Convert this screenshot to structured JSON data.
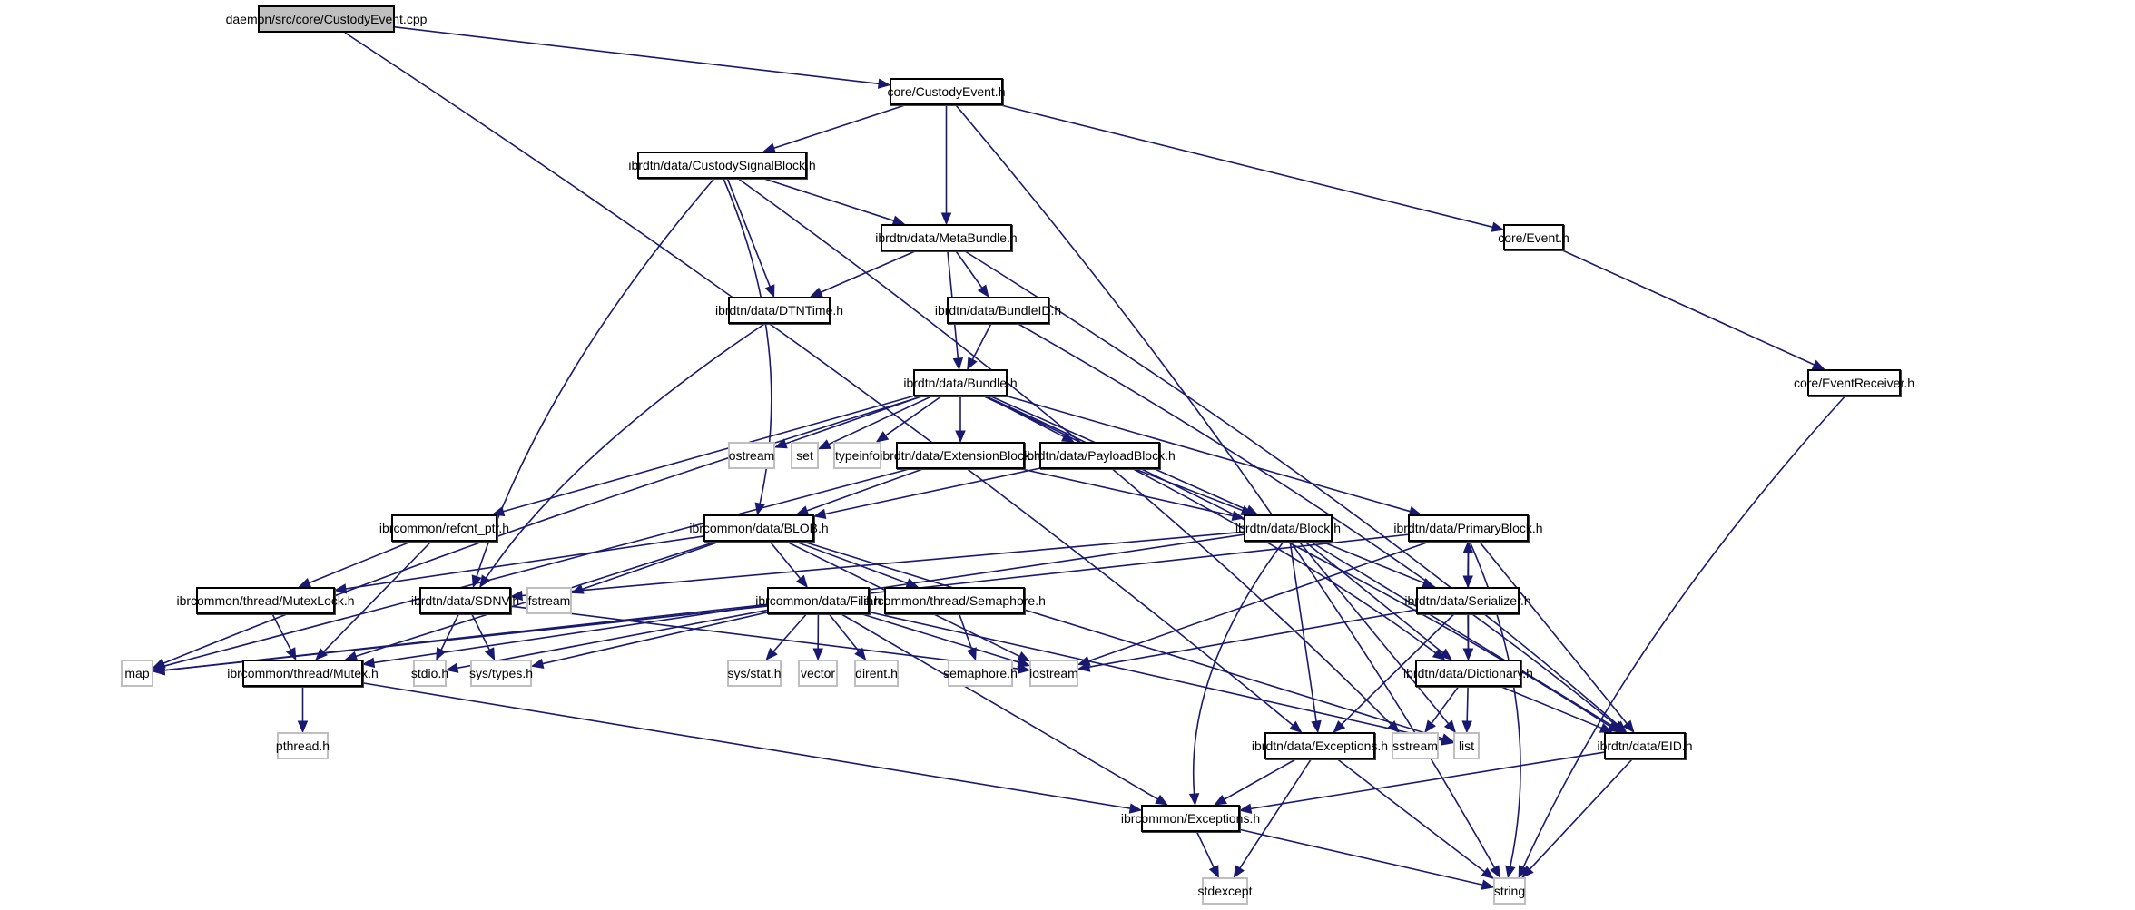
{
  "title": "daemon/src/core/CustodyEvent.cpp include dependency graph",
  "colors": {
    "edge": "#191970",
    "root_fill": "#bfbfbf",
    "project_border": "#000000",
    "external_border": "#bfbfbf"
  },
  "nodes": [
    {
      "id": "root",
      "label": "daemon/src/core/CustodyEvent.cpp",
      "kind": "root"
    },
    {
      "id": "ceh",
      "label": "core/CustodyEvent.h",
      "kind": "project"
    },
    {
      "id": "csb",
      "label": "ibrdtn/data/CustodySignalBlock.h",
      "kind": "project"
    },
    {
      "id": "meta",
      "label": "ibrdtn/data/MetaBundle.h",
      "kind": "project"
    },
    {
      "id": "event",
      "label": "core/Event.h",
      "kind": "project"
    },
    {
      "id": "dtntime",
      "label": "ibrdtn/data/DTNTime.h",
      "kind": "project"
    },
    {
      "id": "bid",
      "label": "ibrdtn/data/BundleID.h",
      "kind": "project"
    },
    {
      "id": "evrecv",
      "label": "core/EventReceiver.h",
      "kind": "project"
    },
    {
      "id": "bundle",
      "label": "ibrdtn/data/Bundle.h",
      "kind": "project"
    },
    {
      "id": "ostream",
      "label": "ostream",
      "kind": "external"
    },
    {
      "id": "set",
      "label": "set",
      "kind": "external"
    },
    {
      "id": "typeinfo",
      "label": "typeinfo",
      "kind": "external"
    },
    {
      "id": "extblock",
      "label": "ibrdtn/data/ExtensionBlock.h",
      "kind": "project"
    },
    {
      "id": "payload",
      "label": "ibrdtn/data/PayloadBlock.h",
      "kind": "project"
    },
    {
      "id": "refcnt",
      "label": "ibrcommon/refcnt_ptr.h",
      "kind": "project"
    },
    {
      "id": "blob",
      "label": "ibrcommon/data/BLOB.h",
      "kind": "project"
    },
    {
      "id": "block",
      "label": "ibrdtn/data/Block.h",
      "kind": "project"
    },
    {
      "id": "primary",
      "label": "ibrdtn/data/PrimaryBlock.h",
      "kind": "project"
    },
    {
      "id": "mutexlock",
      "label": "ibrcommon/thread/MutexLock.h",
      "kind": "project"
    },
    {
      "id": "sdnv",
      "label": "ibrdtn/data/SDNV.h",
      "kind": "project"
    },
    {
      "id": "fstream",
      "label": "fstream",
      "kind": "external"
    },
    {
      "id": "file",
      "label": "ibrcommon/data/File.h",
      "kind": "project"
    },
    {
      "id": "semaphore",
      "label": "ibrcommon/thread/Semaphore.h",
      "kind": "project"
    },
    {
      "id": "serializer",
      "label": "ibrdtn/data/Serializer.h",
      "kind": "project"
    },
    {
      "id": "map",
      "label": "map",
      "kind": "external"
    },
    {
      "id": "mutex",
      "label": "ibrcommon/thread/Mutex.h",
      "kind": "project"
    },
    {
      "id": "stdio",
      "label": "stdio.h",
      "kind": "external"
    },
    {
      "id": "systypes",
      "label": "sys/types.h",
      "kind": "external"
    },
    {
      "id": "sysstat",
      "label": "sys/stat.h",
      "kind": "external"
    },
    {
      "id": "vector",
      "label": "vector",
      "kind": "external"
    },
    {
      "id": "dirent",
      "label": "dirent.h",
      "kind": "external"
    },
    {
      "id": "semh",
      "label": "semaphore.h",
      "kind": "external"
    },
    {
      "id": "iostream",
      "label": "iostream",
      "kind": "external"
    },
    {
      "id": "dictionary",
      "label": "ibrdtn/data/Dictionary.h",
      "kind": "project"
    },
    {
      "id": "pthread",
      "label": "pthread.h",
      "kind": "external"
    },
    {
      "id": "dtnexc",
      "label": "ibrdtn/data/Exceptions.h",
      "kind": "project"
    },
    {
      "id": "sstream",
      "label": "sstream",
      "kind": "external"
    },
    {
      "id": "list",
      "label": "list",
      "kind": "external"
    },
    {
      "id": "eid",
      "label": "ibrdtn/data/EID.h",
      "kind": "project"
    },
    {
      "id": "comexc",
      "label": "ibrcommon/Exceptions.h",
      "kind": "project"
    },
    {
      "id": "stdexcept",
      "label": "stdexcept",
      "kind": "external"
    },
    {
      "id": "string",
      "label": "string",
      "kind": "external"
    }
  ],
  "edges": [
    [
      "root",
      "ceh"
    ],
    [
      "root",
      "dtnexc"
    ],
    [
      "ceh",
      "csb"
    ],
    [
      "ceh",
      "meta"
    ],
    [
      "ceh",
      "event"
    ],
    [
      "ceh",
      "string"
    ],
    [
      "csb",
      "meta"
    ],
    [
      "csb",
      "dtntime"
    ],
    [
      "csb",
      "blob"
    ],
    [
      "csb",
      "sdnv"
    ],
    [
      "csb",
      "sstream"
    ],
    [
      "meta",
      "dtntime"
    ],
    [
      "meta",
      "bid"
    ],
    [
      "meta",
      "bundle"
    ],
    [
      "meta",
      "eid"
    ],
    [
      "event",
      "evrecv"
    ],
    [
      "evrecv",
      "string"
    ],
    [
      "dtntime",
      "sdnv"
    ],
    [
      "bid",
      "bundle"
    ],
    [
      "bid",
      "eid"
    ],
    [
      "bundle",
      "ostream"
    ],
    [
      "bundle",
      "set"
    ],
    [
      "bundle",
      "typeinfo"
    ],
    [
      "bundle",
      "extblock"
    ],
    [
      "bundle",
      "payload"
    ],
    [
      "bundle",
      "refcnt"
    ],
    [
      "bundle",
      "map"
    ],
    [
      "bundle",
      "block"
    ],
    [
      "bundle",
      "primary"
    ],
    [
      "bundle",
      "dictionary"
    ],
    [
      "bundle",
      "eid"
    ],
    [
      "extblock",
      "blob"
    ],
    [
      "extblock",
      "block"
    ],
    [
      "extblock",
      "map"
    ],
    [
      "payload",
      "blob"
    ],
    [
      "payload",
      "block"
    ],
    [
      "refcnt",
      "mutexlock"
    ],
    [
      "refcnt",
      "mutex"
    ],
    [
      "blob",
      "mutexlock"
    ],
    [
      "blob",
      "mutex"
    ],
    [
      "blob",
      "fstream"
    ],
    [
      "blob",
      "file"
    ],
    [
      "blob",
      "semaphore"
    ],
    [
      "blob",
      "iostream"
    ],
    [
      "blob",
      "list"
    ],
    [
      "block",
      "sdnv"
    ],
    [
      "block",
      "serializer"
    ],
    [
      "block",
      "dictionary"
    ],
    [
      "block",
      "dtnexc"
    ],
    [
      "block",
      "comexc"
    ],
    [
      "block",
      "eid"
    ],
    [
      "block",
      "list"
    ],
    [
      "block",
      "mutex"
    ],
    [
      "primary",
      "serializer"
    ],
    [
      "primary",
      "dictionary"
    ],
    [
      "primary",
      "eid"
    ],
    [
      "primary",
      "string"
    ],
    [
      "primary",
      "iostream"
    ],
    [
      "primary",
      "map"
    ],
    [
      "serializer",
      "primary"
    ],
    [
      "serializer",
      "dictionary"
    ],
    [
      "serializer",
      "dtnexc"
    ],
    [
      "serializer",
      "iostream"
    ],
    [
      "mutexlock",
      "mutex"
    ],
    [
      "sdnv",
      "stdio"
    ],
    [
      "sdnv",
      "systypes"
    ],
    [
      "sdnv",
      "iostream"
    ],
    [
      "file",
      "sysstat"
    ],
    [
      "file",
      "vector"
    ],
    [
      "file",
      "dirent"
    ],
    [
      "file",
      "systypes"
    ],
    [
      "file",
      "stdio"
    ],
    [
      "file",
      "iostream"
    ],
    [
      "file",
      "list"
    ],
    [
      "file",
      "comexc"
    ],
    [
      "file",
      "map"
    ],
    [
      "semaphore",
      "semh"
    ],
    [
      "mutex",
      "pthread"
    ],
    [
      "mutex",
      "comexc"
    ],
    [
      "dictionary",
      "sstream"
    ],
    [
      "dictionary",
      "list"
    ],
    [
      "dictionary",
      "eid"
    ],
    [
      "dtnexc",
      "comexc"
    ],
    [
      "dtnexc",
      "stdexcept"
    ],
    [
      "dtnexc",
      "string"
    ],
    [
      "eid",
      "comexc"
    ],
    [
      "eid",
      "string"
    ],
    [
      "comexc",
      "stdexcept"
    ],
    [
      "comexc",
      "string"
    ]
  ]
}
